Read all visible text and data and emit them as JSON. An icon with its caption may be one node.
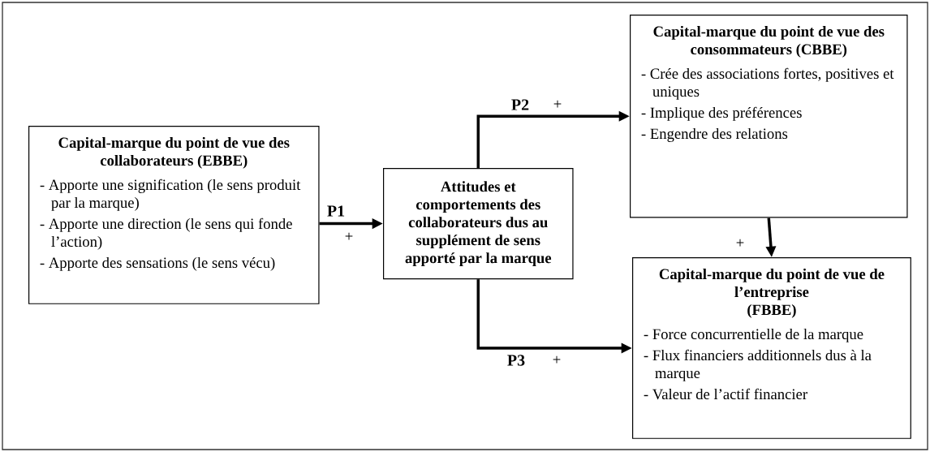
{
  "diagram": {
    "nodes": [
      {
        "text": [
          "Capital-marque du point de vue des collaborateurs (EBBE)",
          "- Apporte une signification (le sens produit par la marque)",
          "- Apporte une direction (le sens qui fonde l’action)",
          "- Apporte des sensations (le sens vécu)"
        ]
      },
      {
        "text": [
          "Attitudes et comportements des collaborateurs dus au supplément de sens apporté par la marque"
        ]
      },
      {
        "text": [
          "Capital-marque du point de vue des consommateurs (CBBE)",
          "- Crée des associations fortes, positives et uniques",
          "- Implique des préférences",
          "- Engendre des relations"
        ]
      },
      {
        "text": [
          "Capital-marque du point de vue de l’entreprise",
          "(FBBE)",
          "- Force concurrentielle de la marque",
          "- Flux financiers additionnels dus à la marque",
          "- Valeur de l’actif financier"
        ]
      }
    ],
    "edges": [
      {
        "from": 0,
        "to": 1,
        "arrow": "to",
        "label": "P1"
      },
      {
        "from": 1,
        "to": 2,
        "arrow": "to",
        "label": "P2"
      },
      {
        "from": 1,
        "to": 3,
        "arrow": "to",
        "label": "P3"
      },
      {
        "from": 2,
        "to": 3,
        "arrow": "to",
        "label": "+"
      }
    ],
    "labels": [
      "+",
      "+",
      "+"
    ]
  }
}
